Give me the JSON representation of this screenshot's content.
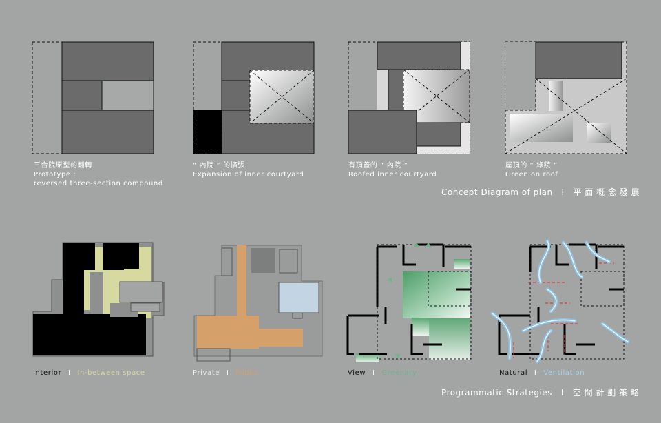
{
  "concept": {
    "panels": [
      {
        "zh": "三合院原型的翻轉",
        "en": [
          "Prototype :",
          "reversed three-section compound"
        ]
      },
      {
        "zh": "“ 內院 ” 的擴張",
        "en": [
          "Expansion of inner courtyard"
        ]
      },
      {
        "zh": "有頂蓋的 “ 內院 ”",
        "en": [
          "Roofed inner courtyard"
        ]
      },
      {
        "zh": "屋頂的 “ 綠院 ”",
        "en": [
          "Green on roof"
        ]
      }
    ],
    "section_title": "Concept Diagram of plan   I   平 面 概 念 發 展"
  },
  "strategies": {
    "legends": [
      {
        "a": "Interior",
        "sep": "I",
        "b": "In-between space",
        "a_color": "#111111",
        "b_color": "#d6d9a0"
      },
      {
        "a": "Private",
        "sep": "I",
        "b": "Public",
        "a_color": "#e8e8e8",
        "b_color": "#d6a06a"
      },
      {
        "a": "View",
        "sep": "I",
        "b": "Greenary",
        "a_color": "#111111",
        "b_color": "#6fb58a"
      },
      {
        "a": "Natural",
        "sep": "I",
        "b": "Ventilation",
        "a_color": "#111111",
        "b_color": "#a9d3ec"
      }
    ],
    "section_title": "Programmatic Strategies   I   空 間 計 劃 策 略"
  }
}
